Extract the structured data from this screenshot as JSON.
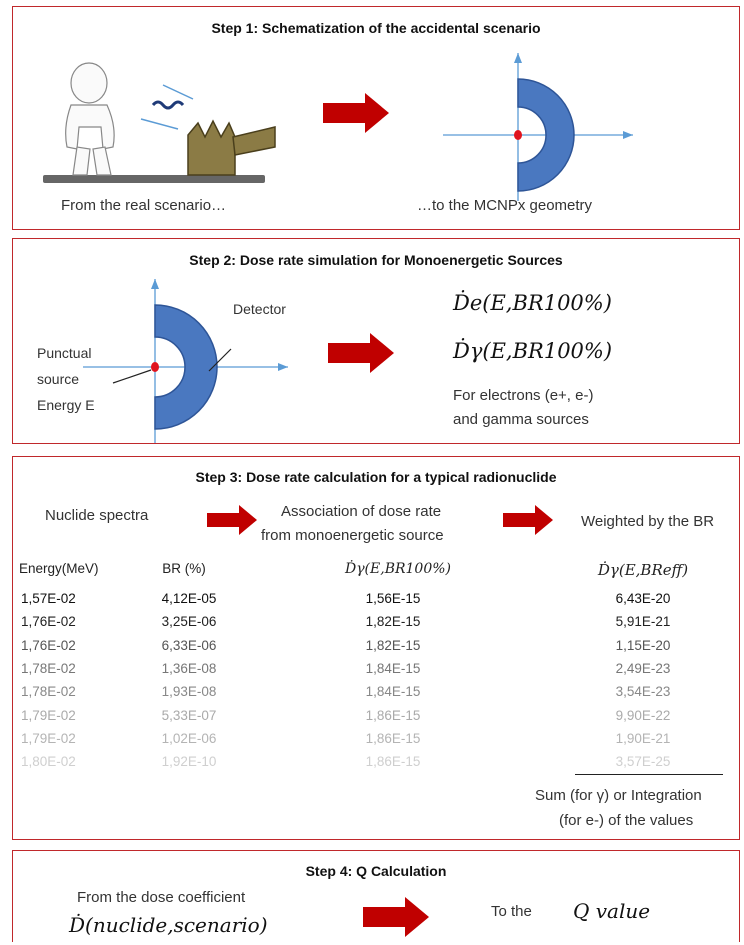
{
  "step1": {
    "title": "Step 1: Schematization of the accidental scenario",
    "left_caption": "From the real scenario…",
    "right_caption": "…to the MCNPx geometry"
  },
  "step2": {
    "title": "Step 2: Dose rate simulation for Monoenergetic Sources",
    "detector_label": "Detector",
    "source_label_1": "Punctual",
    "source_label_2": "source",
    "source_label_3": "Energy E",
    "formula_e": "Ḋe(E,BR100%)",
    "formula_g": "Ḋγ(E,BR100%)",
    "note_1": "For electrons (e+, e-)",
    "note_2": "and gamma sources"
  },
  "step3": {
    "title": "Step 3: Dose rate calculation for a typical radionuclide",
    "flow_1": "Nuclide spectra",
    "flow_2a": "Association of dose rate",
    "flow_2b": "from monoenergetic source",
    "flow_3": "Weighted by the BR",
    "columns": [
      "Energy(MeV)",
      "BR (%)",
      "Ḋγ(E,BR100%)",
      "Ḋγ(E,BReff)"
    ],
    "rows": [
      [
        "1,57E-02",
        "4,12E-05",
        "1,56E-15",
        "6,43E-20"
      ],
      [
        "1,76E-02",
        "3,25E-06",
        "1,82E-15",
        "5,91E-21"
      ],
      [
        "1,76E-02",
        "6,33E-06",
        "1,82E-15",
        "1,15E-20"
      ],
      [
        "1,78E-02",
        "1,36E-08",
        "1,84E-15",
        "2,49E-23"
      ],
      [
        "1,78E-02",
        "1,93E-08",
        "1,84E-15",
        "3,54E-23"
      ],
      [
        "1,79E-02",
        "5,33E-07",
        "1,86E-15",
        "9,90E-22"
      ],
      [
        "1,79E-02",
        "1,02E-06",
        "1,86E-15",
        "1,90E-21"
      ],
      [
        "1,80E-02",
        "1,92E-10",
        "1,86E-15",
        "3,57E-25"
      ]
    ],
    "sum_1": "Sum (for γ) or Integration",
    "sum_2": "(for e-) of the values"
  },
  "step4": {
    "title": "Step 4: Q Calculation",
    "left_1": "From the dose coefficient",
    "left_formula": "Ḋ(nuclide,scenario)",
    "right_text": "To the",
    "right_formula": "Q value"
  },
  "colors": {
    "border": "#c0282b",
    "arrow": "#c00000",
    "detector_fill": "#4a78c0",
    "detector_stroke": "#2e5597",
    "axis": "#5b9bd5",
    "source_dot": "#e0141e",
    "machine": "#8b7b45"
  }
}
